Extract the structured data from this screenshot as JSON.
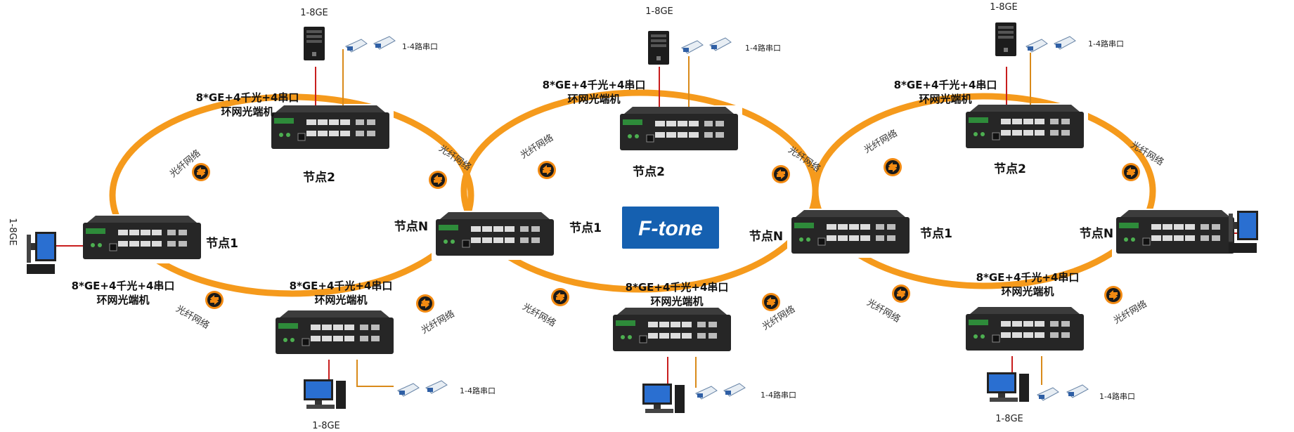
{
  "brand": {
    "logo_text": "F-tone",
    "logo_color": "#1560b0"
  },
  "colors": {
    "fiber": "#f59a1c",
    "badge": "#f28a12",
    "copper": "#c81e1e",
    "serial_line": "#d98a1a",
    "device_body": "#2a2a2a"
  },
  "labels": {
    "device_model_line1": "8*GE+4千光+4串口",
    "device_model_line2": "环网光端机",
    "node1": "节点1",
    "node2": "节点2",
    "nodeN": "节点N",
    "fiber_network": "光纤网络",
    "ge_count": "1-8GE",
    "serial_count": "1-4路串口"
  },
  "rings": [
    {
      "name": "ring-left",
      "nodes": [
        "节点1",
        "节点2",
        "节点N"
      ]
    },
    {
      "name": "ring-middle",
      "nodes": [
        "节点1",
        "节点2",
        "节点N"
      ]
    },
    {
      "name": "ring-right",
      "nodes": [
        "节点1",
        "节点2",
        "节点N"
      ]
    }
  ],
  "icons": [
    "server-icon",
    "serial-converter-icon",
    "computer-icon",
    "fiber-badge-icon",
    "switch-device-icon"
  ]
}
